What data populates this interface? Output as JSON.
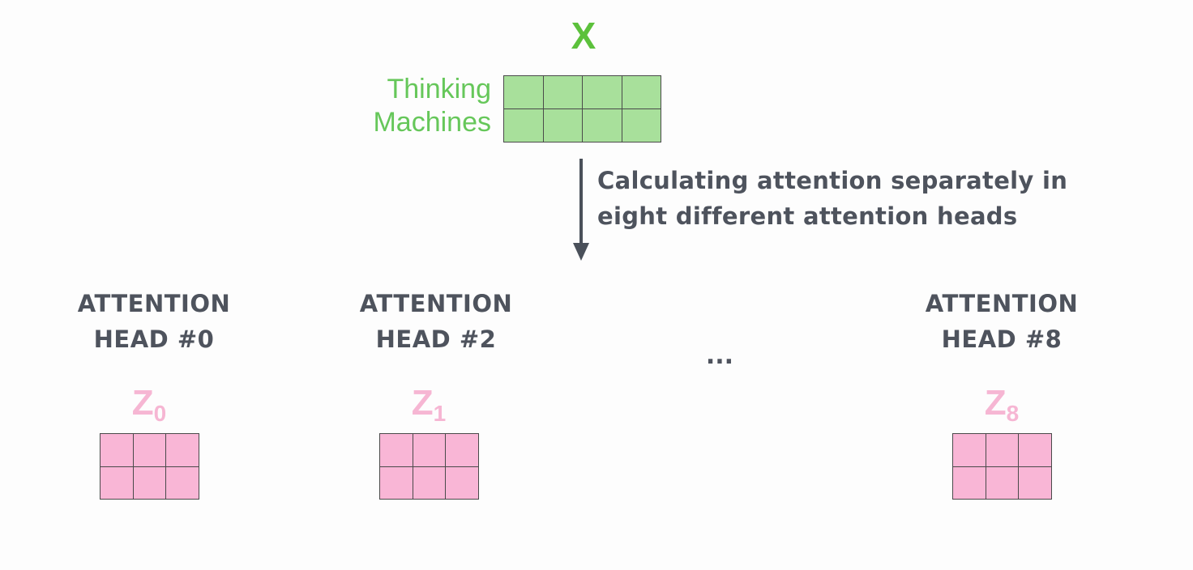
{
  "input": {
    "symbol": "X",
    "words": [
      "Thinking",
      "Machines"
    ],
    "color": "#5cc13c",
    "cell_color": "#a8e09b",
    "cols": 4,
    "rows": 2
  },
  "arrow": {
    "caption_lines": [
      "Calculating attention separately in",
      "eight different attention heads"
    ]
  },
  "heads": [
    {
      "title_line1": "ATTENTION",
      "title_line2": "HEAD #0",
      "z_symbol": "Z",
      "z_sub": "0"
    },
    {
      "title_line1": "ATTENTION",
      "title_line2": "HEAD #2",
      "z_symbol": "Z",
      "z_sub": "1"
    },
    {
      "title_line1": "ATTENTION",
      "title_line2": "HEAD #8",
      "z_symbol": "Z",
      "z_sub": "8"
    }
  ],
  "ellipsis": "...",
  "output": {
    "cell_color": "#f9b6d6",
    "label_color": "#f6b6d3",
    "cols": 3,
    "rows": 2
  }
}
